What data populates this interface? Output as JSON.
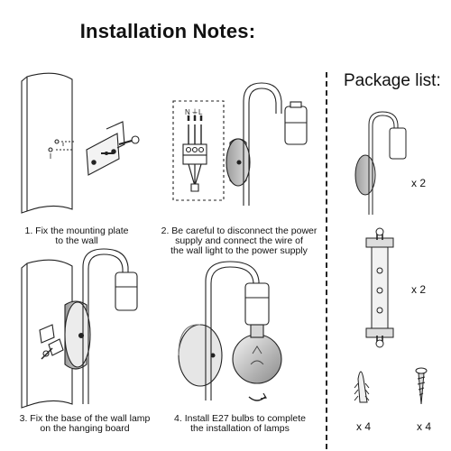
{
  "title": "Installation Notes:",
  "package_title": "Package list:",
  "steps": [
    {
      "line1": "1. Fix the mounting plate",
      "line2": "to the wall"
    },
    {
      "line1": "2. Be careful to disconnect the power",
      "line2": "supply and connect the wire of",
      "line3": "the wall light to the power supply"
    },
    {
      "line1": "3. Fix the base of the wall lamp",
      "line2": "on the hanging board"
    },
    {
      "line1": "4. Install E27 bulbs to complete",
      "line2": "the installation of lamps"
    }
  ],
  "terminal_labels": {
    "n": "N",
    "ground": "⏚",
    "l": "L"
  },
  "package_items": [
    {
      "name": "wall-lamp",
      "qty": "x 2"
    },
    {
      "name": "mounting-plate",
      "qty": "x 2"
    },
    {
      "name": "wall-anchor",
      "qty": "x 4"
    },
    {
      "name": "screw",
      "qty": "x 4"
    }
  ],
  "colors": {
    "line": "#222222",
    "wall_fill": "#ffffff",
    "shade": "#b8b8b8"
  }
}
